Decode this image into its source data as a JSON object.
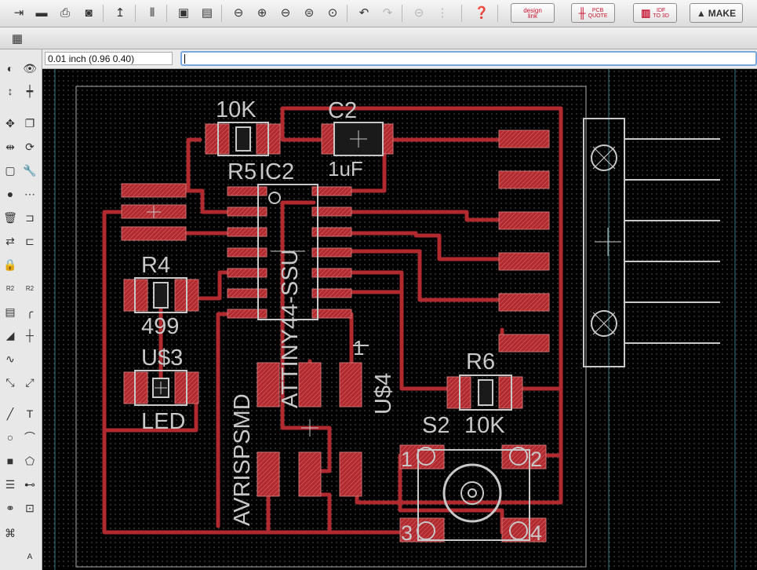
{
  "toolbar": {
    "buttons": [
      "open-icon",
      "save-icon",
      "print-icon",
      "cam-icon",
      "script-icon",
      "ulp-icon",
      "schematic-icon",
      "board-icon",
      "zoom-fit-icon",
      "zoom-in-icon",
      "zoom-out-icon",
      "zoom-redraw-icon",
      "zoom-area-icon",
      "undo-icon",
      "redo-icon",
      "stop-icon",
      "go-icon",
      "help-icon"
    ],
    "design_link": {
      "line1": "design",
      "line2": "link"
    },
    "pcb_quote": {
      "line1": "PCB",
      "line2": "QUOTE"
    },
    "idf": {
      "line1": "IDF",
      "line2": "TO 3D"
    },
    "make_label": "MAKE"
  },
  "coord_display": "0.01 inch (0.96 0.40)",
  "command_input_value": "",
  "board": {
    "labels": {
      "r5_value": "10K",
      "r5_name": "R5",
      "c2_name": "C2",
      "c2_value": "1uF",
      "ic2_name": "IC2",
      "ic_value": "ATTINY44-SSU",
      "r4_name": "R4",
      "r4_value": "499",
      "u3_name": "U$3",
      "led_value": "LED",
      "u4_name": "U$4",
      "avr_value": "AVRISPSMD",
      "r6_name": "R6",
      "s2_name": "S2",
      "r6_value": "10K",
      "pad_1": "1",
      "s2_pad1": "1",
      "s2_pad2": "2",
      "s2_pad3": "3",
      "s2_pad4": "4"
    },
    "colors": {
      "trace": "#b02a30",
      "pad": "#b02a30",
      "silk": "#c8c8c8",
      "outline": "#c8c8c8",
      "background": "#000000"
    }
  }
}
